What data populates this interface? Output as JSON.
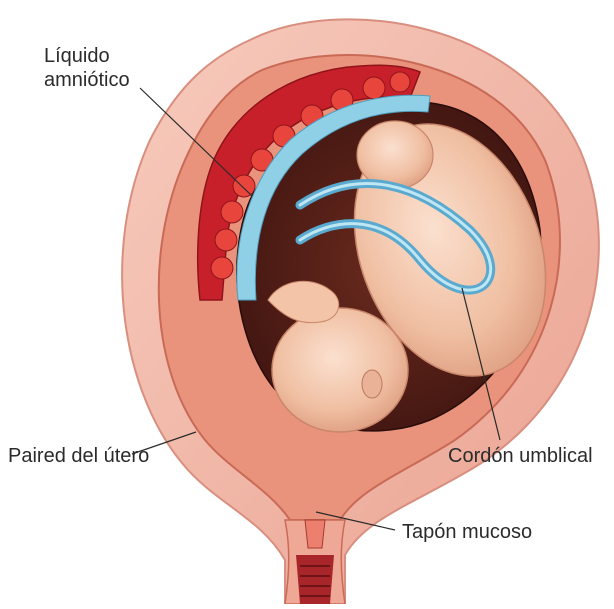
{
  "labels": {
    "liquido_line1": "Líquido",
    "liquido_line2": "amniótico",
    "pared": "Paired del útero",
    "cordon": "Cordón umblical",
    "tapon": "Tapón mucoso"
  },
  "colors": {
    "uterus_outer": "#f2b3a3",
    "uterus_wall": "#e88f7a",
    "placenta": "#c8202a",
    "amniotic_fluid": "#8fd0e6",
    "fetus_skin": "#f3c4a8",
    "cervix": "#a8262a"
  }
}
